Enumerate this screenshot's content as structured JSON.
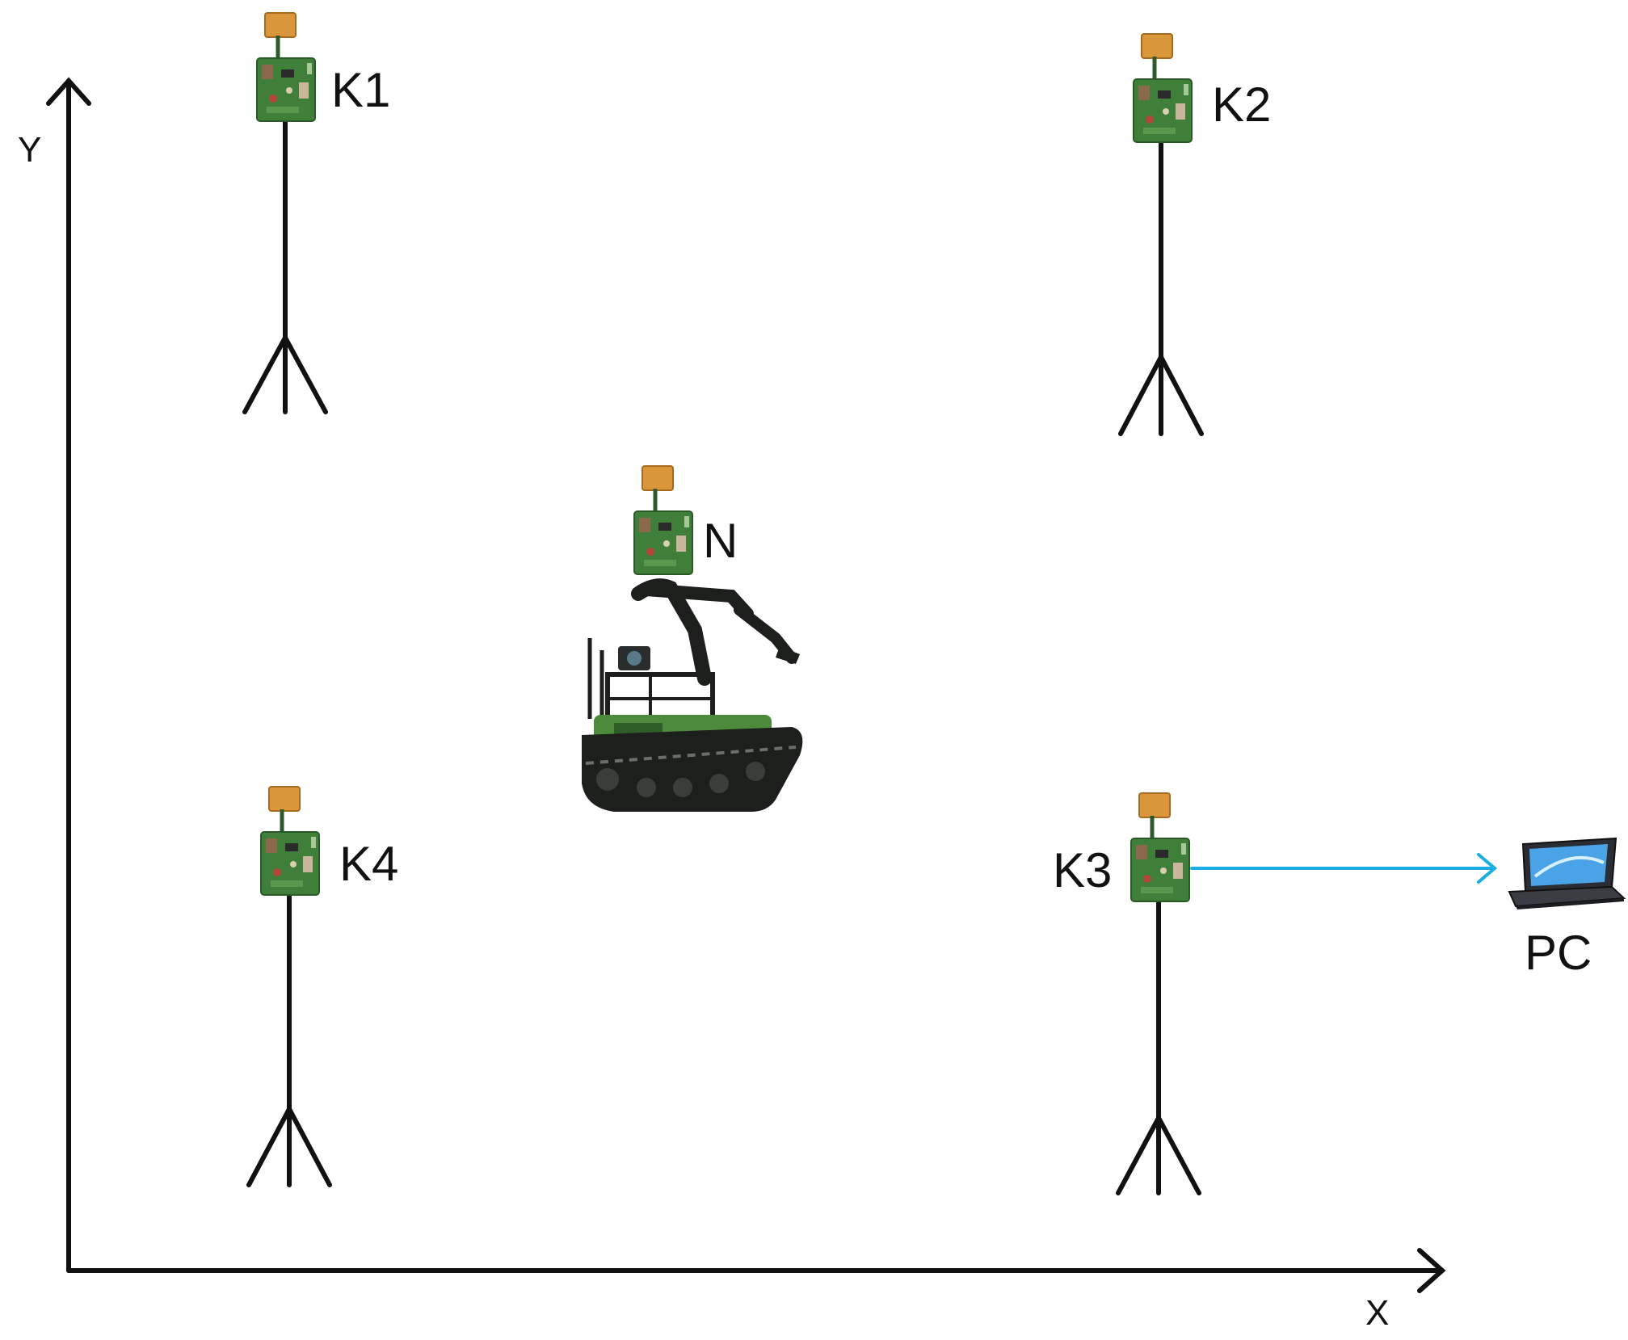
{
  "axes": {
    "x_label": "X",
    "y_label": "Y"
  },
  "anchors": [
    {
      "id": "k1",
      "label": "K1"
    },
    {
      "id": "k2",
      "label": "K2"
    },
    {
      "id": "k3",
      "label": "K3"
    },
    {
      "id": "k4",
      "label": "K4"
    }
  ],
  "mobile_node": {
    "label": "N"
  },
  "pc": {
    "label": "PC"
  },
  "colors": {
    "axis": "#111111",
    "link_arrow": "#1aaee2",
    "board_green": "#3f7f3a",
    "antenna_orange": "#d9963a",
    "robot_body": "#1c1f1c",
    "robot_accent": "#4e8a3c"
  },
  "icons": {
    "sensor": "sensor-board-icon",
    "robot": "tracked-robot-icon",
    "laptop": "laptop-icon",
    "tripod": "tripod-stand-icon"
  }
}
